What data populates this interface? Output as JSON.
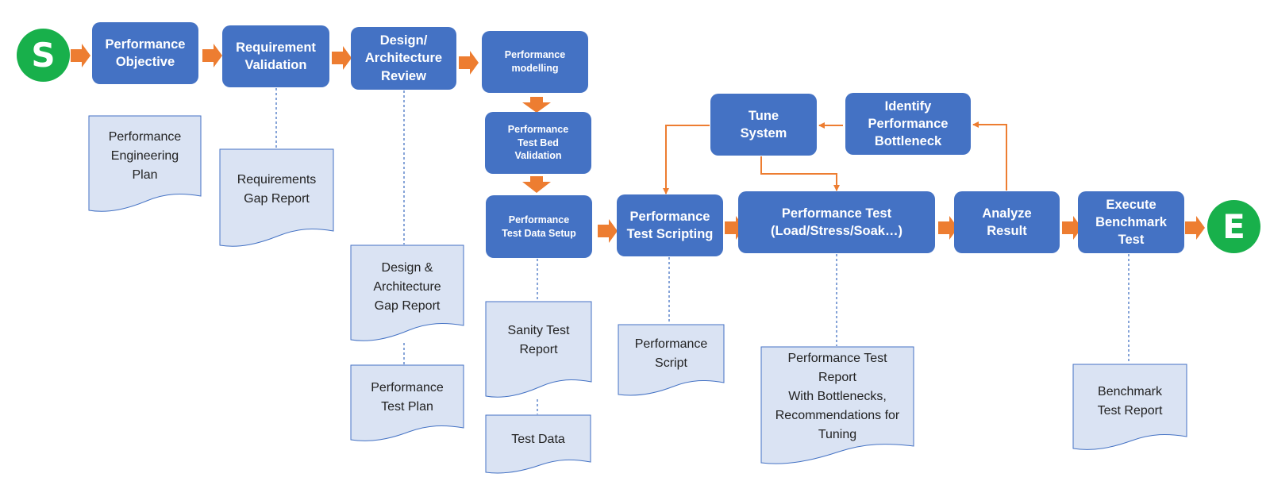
{
  "colors": {
    "process_fill": "#4472c4",
    "arrow": "#ed7d31",
    "document_fill": "#dae3f3",
    "document_border": "#4472c4",
    "connector": "#4472c4",
    "terminal": "#18b04b"
  },
  "terminals": {
    "start": "S",
    "end": "E"
  },
  "steps": {
    "performance_objective": "Performance\nObjective",
    "requirement_validation": "Requirement\nValidation",
    "design_architecture_review": "Design/\nArchitecture\nReview",
    "performance_modelling": "Performance\nmodelling",
    "test_bed_validation": "Performance\nTest Bed\nValidation",
    "test_data_setup": "Performance\nTest Data Setup",
    "test_scripting": "Performance\nTest Scripting",
    "performance_test": "Performance Test\n(Load/Stress/Soak…)",
    "analyze_result": "Analyze\nResult",
    "execute_benchmark": "Execute\nBenchmark\nTest",
    "tune_system": "Tune\nSystem",
    "identify_bottleneck": "Identify\nPerformance\nBottleneck"
  },
  "documents": {
    "engineering_plan": "Performance\nEngineering\nPlan",
    "requirements_gap": "Requirements\nGap Report",
    "design_gap": "Design &\nArchitecture\nGap Report",
    "test_plan": "Performance\nTest Plan",
    "sanity_report": "Sanity Test\nReport",
    "test_data": "Test Data",
    "performance_script": "Performance\nScript",
    "test_report": "Performance Test\nReport\nWith Bottlenecks,\nRecommendations for\nTuning",
    "benchmark_report": "Benchmark\nTest Report"
  }
}
